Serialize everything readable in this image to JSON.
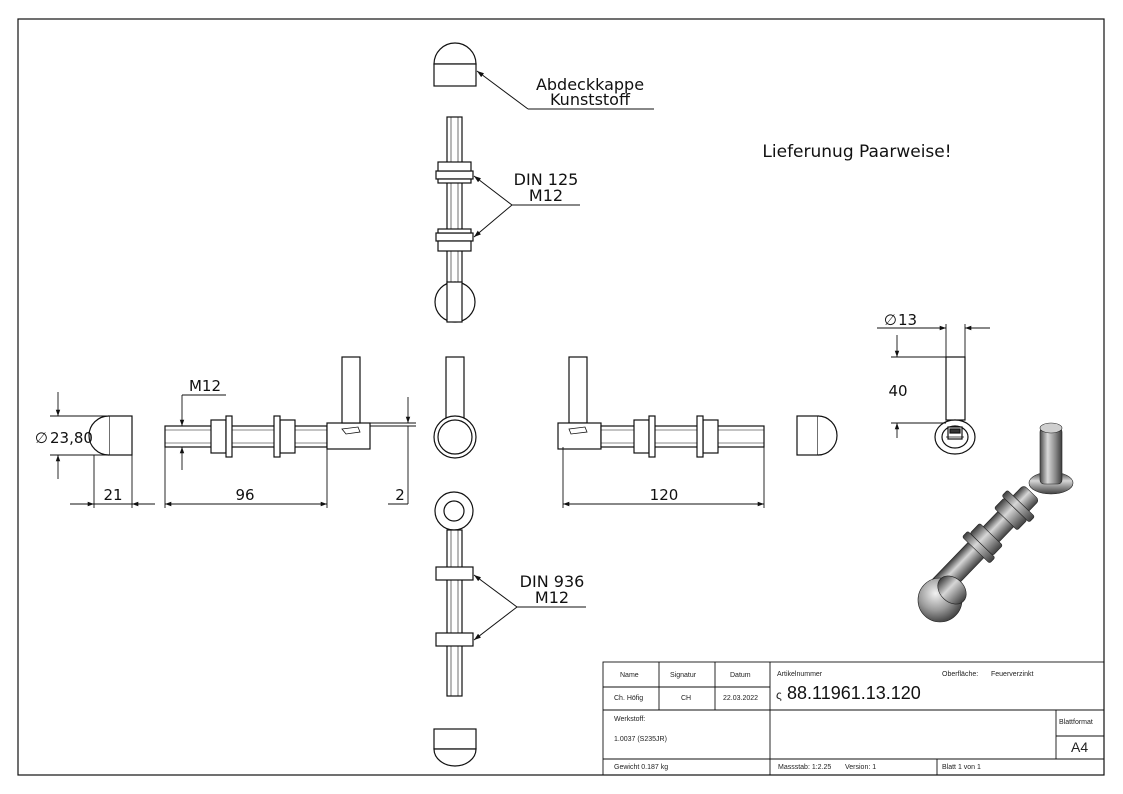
{
  "drawing": {
    "callouts": {
      "cap": [
        "Abdeckkappe",
        "Kunststoff"
      ],
      "din125": [
        "DIN 125",
        "M12"
      ],
      "din936": [
        "DIN 936",
        "M12"
      ]
    },
    "note": "Lieferunug Paarweise!",
    "dims": {
      "d_cap": "23,80",
      "d_pin": "13",
      "m12": "M12",
      "len_21": "21",
      "len_96": "96",
      "len_2": "2",
      "len_120": "120",
      "len_40": "40"
    },
    "diameter_symbol": "∅"
  },
  "title_block": {
    "headers": {
      "name": "Name",
      "signatur": "Signatur",
      "datum": "Datum"
    },
    "row": {
      "name": "Ch. Höfig",
      "signatur": "CH",
      "datum": "22.03.2022"
    },
    "artikelnummer_label": "Artikelnummer",
    "artikelnummer_prefix": "ς",
    "artikelnummer": "88.11961.13.120",
    "oberflaeche_label": "Oberfläche:",
    "oberflaeche": "Feuerverzinkt",
    "werkstoff_label": "Werkstoff:",
    "werkstoff": "1.0037 (S235JR)",
    "blattformat_label": "Blattformat",
    "blattformat": "A4",
    "gewicht": "Gewicht 0.187 kg",
    "massstab": "Massstab: 1:2.25",
    "version": "Version: 1",
    "blatt": "Blatt 1 von 1"
  }
}
